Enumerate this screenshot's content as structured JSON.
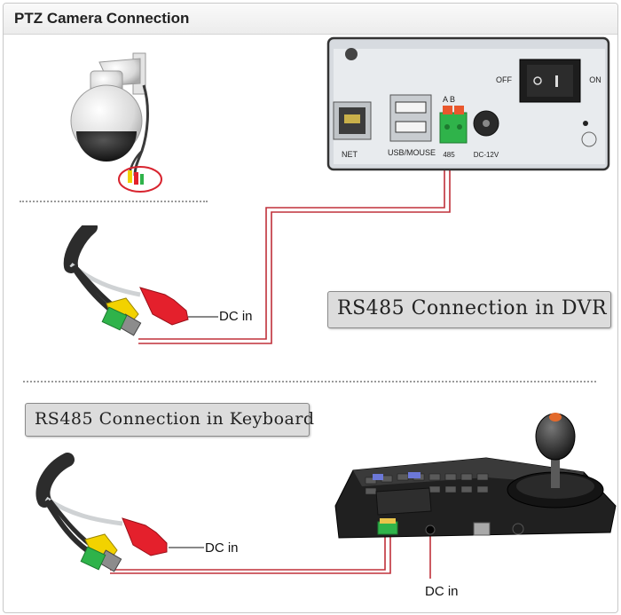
{
  "header": {
    "title": "PTZ Camera Connection"
  },
  "dvr_panel": {
    "net_label": "NET",
    "usb_label": "USB/MOUSE",
    "port_label": "485",
    "ab_label": "A B",
    "dc_label": "DC-12V",
    "off_label": "OFF",
    "on_label": "ON"
  },
  "dvr_caption": "RS485 Connection in DVR",
  "keyboard_caption": "RS485 Connection in Keyboard",
  "dc_in_top": "DC in",
  "dc_in_middle": "DC in",
  "dc_in_bottom": "DC in",
  "colors": {
    "wire": "#c0303a",
    "rs485_terminal": "#2fb34a",
    "bnc_yellow": "#f2d200",
    "power_red": "#e4202c"
  }
}
